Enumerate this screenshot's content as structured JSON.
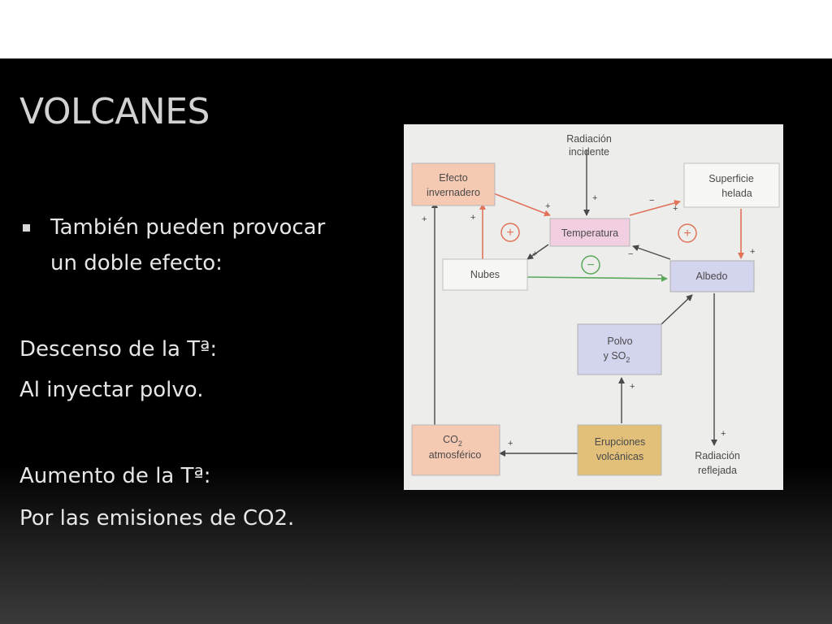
{
  "slide": {
    "title": "VOLCANES",
    "bullet_line1": "También pueden provocar",
    "bullet_line2": "un doble efecto:",
    "descenso_heading": "Descenso de la Tª:",
    "descenso_text": "Al inyectar polvo.",
    "aumento_heading": "Aumento de la Tª:",
    "aumento_text": "Por las emisiones de CO2."
  },
  "diagram": {
    "radiacion_incidente": [
      "Radiación",
      "incidente"
    ],
    "efecto_invernadero": [
      "Efecto",
      "invernadero"
    ],
    "superficie_helada": [
      "Superficie",
      "helada"
    ],
    "temperatura": "Temperatura",
    "nubes": "Nubes",
    "albedo": "Albedo",
    "polvo": [
      "Polvo",
      "y SO",
      "2"
    ],
    "co2": [
      "CO",
      "2",
      "atmosférico"
    ],
    "erupciones": [
      "Erupciones",
      "volcánicas"
    ],
    "radiacion_reflejada": [
      "Radiación",
      "reflejada"
    ],
    "plus": "+",
    "minus": "−",
    "loop_positive": "+",
    "loop_negative": "−"
  },
  "colors": {
    "red_arrow": "#e0735a",
    "dark_arrow": "#4a4a4a",
    "green_arrow": "#5aa85a",
    "orange_box": "#f5c9b2",
    "pink_box": "#f2cfe0",
    "blue_box": "#d3d4ee",
    "tan_box": "#e2c07a"
  }
}
